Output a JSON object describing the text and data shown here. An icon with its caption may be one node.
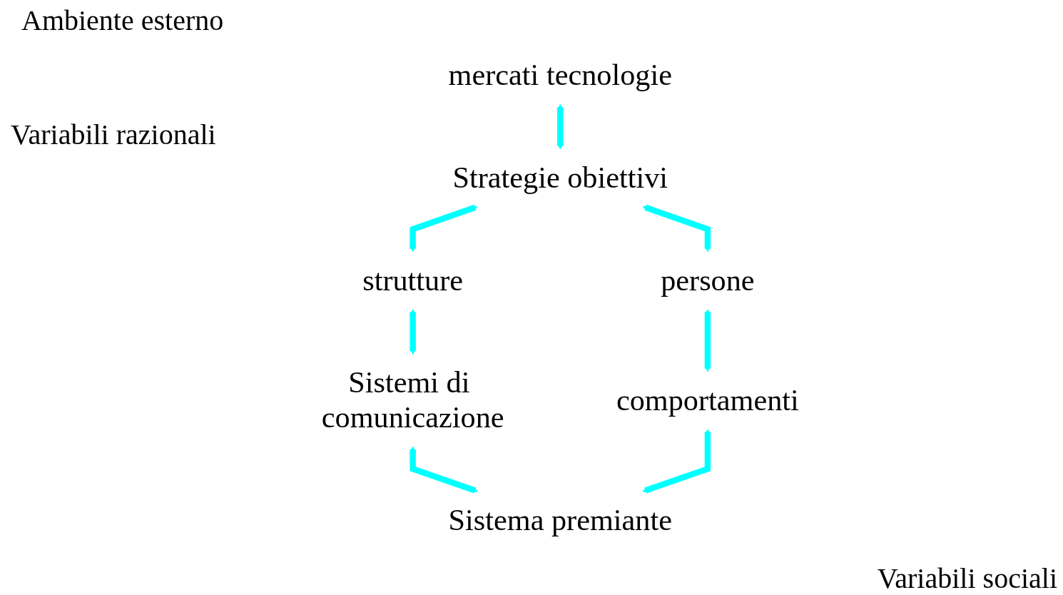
{
  "diagram": {
    "nodes": [
      {
        "text": [
          "mercati tecnologie"
        ]
      },
      {
        "text": [
          "Strategie obiettivi"
        ]
      },
      {
        "text": [
          "strutture"
        ]
      },
      {
        "text": [
          "persone"
        ]
      },
      {
        "text": [
          "Sistemi di comunicazione"
        ]
      },
      {
        "text": [
          "comportamenti"
        ]
      },
      {
        "text": [
          "Sistema premiante"
        ]
      }
    ],
    "edges": [
      {
        "from": 0,
        "to": 1,
        "arrow": "both"
      },
      {
        "from": 1,
        "to": 2,
        "arrow": "both"
      },
      {
        "from": 1,
        "to": 3,
        "arrow": "both"
      },
      {
        "from": 3,
        "to": 5,
        "arrow": "both"
      },
      {
        "from": 2,
        "to": 4,
        "arrow": "both"
      },
      {
        "from": 4,
        "to": 6,
        "arrow": "both"
      },
      {
        "from": 6,
        "to": 5,
        "arrow": "both"
      }
    ],
    "labels": [
      "Ambiente esterno",
      "Variabili razionali",
      "Variabili sociali"
    ]
  }
}
